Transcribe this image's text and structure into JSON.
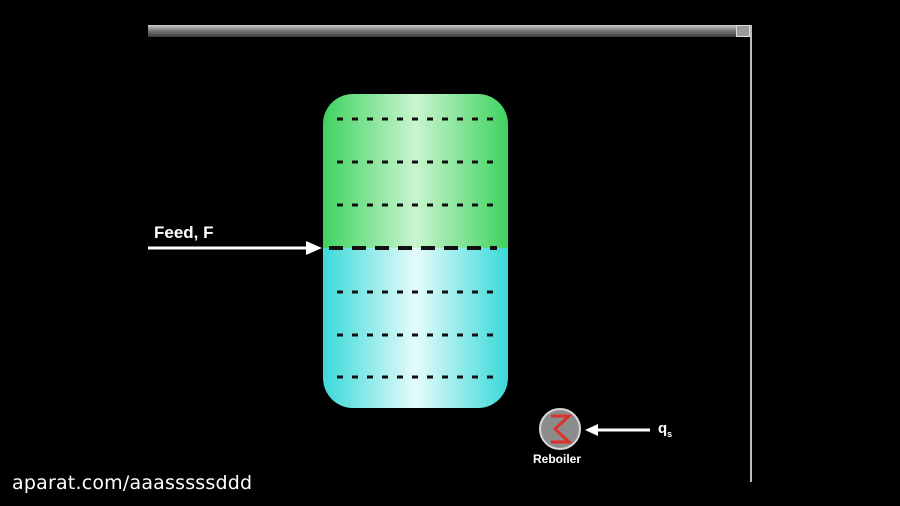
{
  "window": {
    "corner_icon": "window-control-icon"
  },
  "diagram": {
    "feed_label": "Feed, F",
    "reboiler_label": "Reboiler",
    "heat_label": "q",
    "heat_subscript": "s",
    "colors": {
      "rectifying": "#4be07a",
      "stripping": "#47e4e4",
      "trays": "#111111",
      "arrows": "#ffffff",
      "reboiler": "#8c8c8c",
      "reboiler_symbol": "#e0302a"
    }
  },
  "watermark": "aparat.com/aaasssssddd"
}
